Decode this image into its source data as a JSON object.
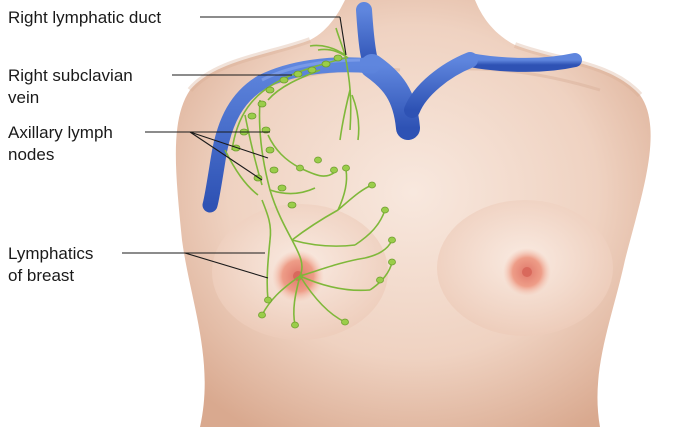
{
  "labels": {
    "right_lymphatic_duct": "Right lymphatic duct",
    "right_subclavian_vein_line1": "Right subclavian",
    "right_subclavian_vein_line2": "vein",
    "axillary_lymph_nodes_line1": "Axillary lymph",
    "axillary_lymph_nodes_line2": "nodes",
    "lymphatics_of_breast_line1": "Lymphatics",
    "lymphatics_of_breast_line2": "of breast"
  },
  "colors": {
    "skin_light": "#f6e2d6",
    "skin_mid": "#e9c4ae",
    "skin_shadow": "#c99a80",
    "vein_blue": "#3a63c8",
    "vein_highlight": "#6f93e6",
    "lymph_green": "#7fb83a",
    "lymph_node": "#9acd4a",
    "areola": "#e98f7c",
    "leader_line": "#1a1a1a"
  }
}
